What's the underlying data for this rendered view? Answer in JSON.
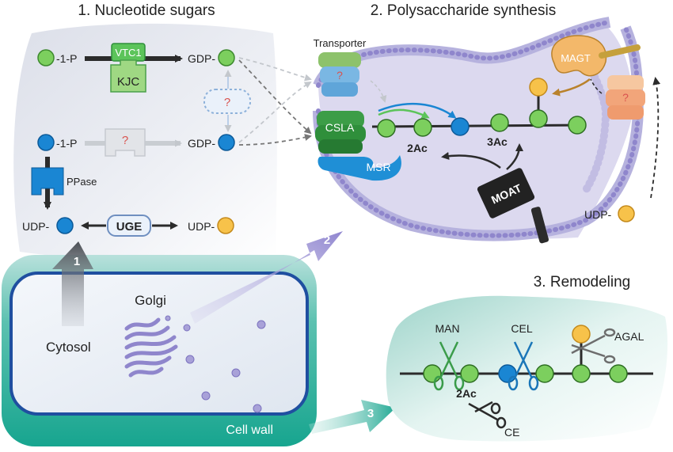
{
  "colors": {
    "gdp_sugar": "#7ccf5e",
    "udp_sugar": "#1a86d3",
    "udp_yellow": "#f7c24a",
    "golgi_membrane": "#9f9bd6",
    "cell_wall": "#3db5a3",
    "vtc1": "#5cc45a",
    "csla": "#2f8f3b",
    "msr": "#1f8fd6",
    "magt": "#f3b86a",
    "transporter": "#f2a57a",
    "moat": "#222222"
  },
  "sections": {
    "s1_title": "1. Nucleotide sugars",
    "s2_title": "2. Polysaccharide synthesis",
    "s3_title": "3. Remodeling"
  },
  "nucleotide_sugars": {
    "green_1p": "-1-P",
    "blue_1p": "-1-P",
    "gdp_green": "GDP-",
    "gdp_blue": "GDP-",
    "udp_blue": "UDP-",
    "udp_yellow": "UDP-",
    "vtc1": "VTC1",
    "kjc": "KJC",
    "unknown_enzyme": "?",
    "unknown_epimerase": "?",
    "ppase": "PPase",
    "uge": "UGE"
  },
  "synthesis": {
    "transporter_label": "Transporter",
    "transporter_unknown": "?",
    "csla": "CSLA",
    "msr": "MSR",
    "magt": "MAGT",
    "magt_transporter_unknown": "?",
    "moat": "MOAT",
    "ac2": "2Ac",
    "ac3": "3Ac",
    "udp_yellow": "UDP-"
  },
  "cell": {
    "golgi": "Golgi",
    "cytosol": "Cytosol",
    "cell_wall": "Cell wall",
    "arrow1": "1",
    "arrow2": "2",
    "arrow3": "3"
  },
  "remodeling": {
    "man": "MAN",
    "cel": "CEL",
    "agal": "AGAL",
    "ac2": "2Ac",
    "ce": "CE"
  }
}
